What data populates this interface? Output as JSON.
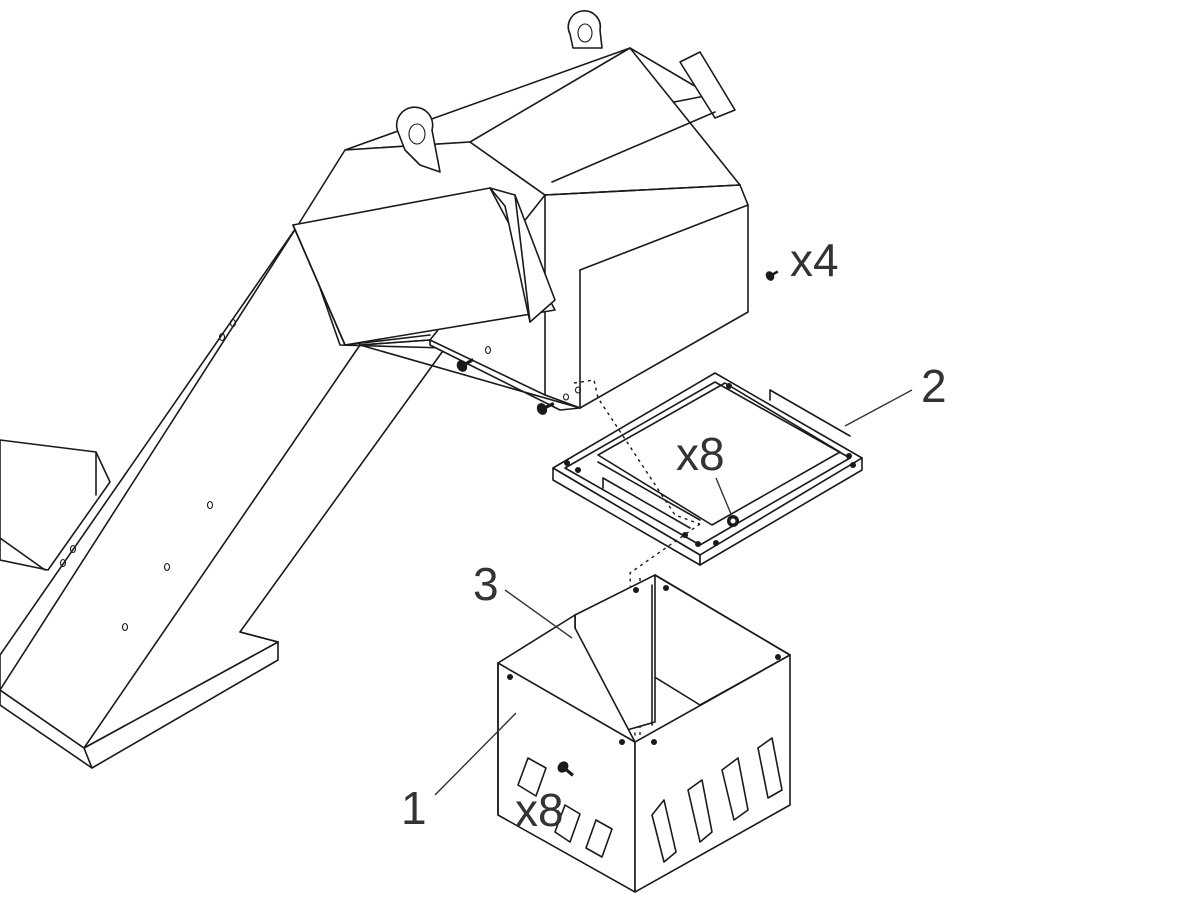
{
  "callouts": {
    "part_1": "1",
    "part_2": "2",
    "part_3": "3"
  },
  "quantities": {
    "motor_screws": "x4",
    "tray_screws": "x8",
    "box_screws": "x8"
  },
  "colors": {
    "line": "#1a1a1a",
    "label": "#333333",
    "background": "#ffffff"
  },
  "icons": [
    "screw-icon",
    "lifting-eye-icon"
  ]
}
